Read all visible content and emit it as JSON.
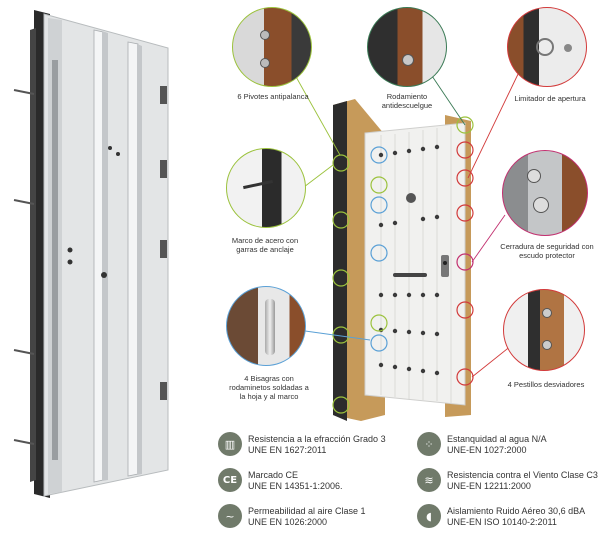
{
  "callouts": {
    "pivotes": "6 Pivotes antipalanca",
    "rodamiento": "Rodamiento antidescuelgue",
    "limitador": "Limitador de apertura",
    "marco": "Marco de acero con garras de anclaje",
    "cerradura": "Cerradura de seguridad con escudo protector",
    "bisagras": "4 Bisagras con rodaminetos soldadas a la hoja y al marco",
    "pestillos": "4 Pestillos desviadores"
  },
  "features": [
    {
      "icon": "fire-resistance-icon",
      "glyph": "▥",
      "line1": "Resistencia a la efracción Grado 3",
      "line2": "UNE EN 1627:2011"
    },
    {
      "icon": "water-tightness-icon",
      "glyph": "⁘",
      "line1": "Estanquidad al agua N/A",
      "line2": "UNE-EN 1027:2000"
    },
    {
      "icon": "ce-mark-icon",
      "glyph": "CE",
      "line1": "Marcado CE",
      "line2": "UNE EN 14351-1:2006."
    },
    {
      "icon": "wind-resistance-icon",
      "glyph": "≋",
      "line1": "Resistencia contra el Viento Clase C3",
      "line2": "UNE-EN 12211:2000"
    },
    {
      "icon": "air-permeability-icon",
      "glyph": "~",
      "line1": "Permeabilidad al aire Clase 1",
      "line2": "UNE EN 1026:2000"
    },
    {
      "icon": "acoustic-insulation-icon",
      "glyph": "◖",
      "line1": "Aislamiento Ruido Aéreo 30,6 dBA",
      "line2": "UNE-EN ISO 10140-2:2011"
    }
  ],
  "colors": {
    "green": "#9bc23c",
    "blue": "#5aa0d6",
    "red": "#d23a3a",
    "pink": "#c2306f",
    "icon_bg": "#707a6a"
  }
}
